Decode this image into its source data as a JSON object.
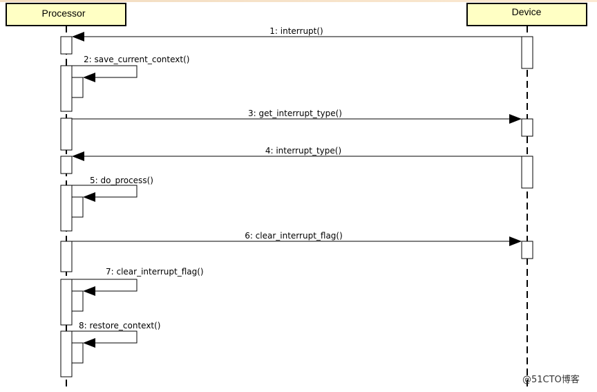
{
  "participants": {
    "processor": {
      "name": "Processor",
      "fill": "#ffffc4"
    },
    "device": {
      "name": "Device",
      "fill": "#ffffc4"
    }
  },
  "messages": [
    {
      "id": "m1",
      "label": "1: interrupt()",
      "from": "device",
      "to": "processor"
    },
    {
      "id": "m2",
      "label": "2: save_current_context()",
      "from": "processor",
      "to": "processor"
    },
    {
      "id": "m3",
      "label": "3: get_interrupt_type()",
      "from": "processor",
      "to": "device"
    },
    {
      "id": "m4",
      "label": "4: interrupt_type()",
      "from": "device",
      "to": "processor"
    },
    {
      "id": "m5",
      "label": "5: do_process()",
      "from": "processor",
      "to": "processor"
    },
    {
      "id": "m6",
      "label": "6: clear_interrupt_flag()",
      "from": "processor",
      "to": "device"
    },
    {
      "id": "m7",
      "label": "7: clear_interrupt_flag()",
      "from": "processor",
      "to": "processor"
    },
    {
      "id": "m8",
      "label": "8: restore_context()",
      "from": "processor",
      "to": "processor"
    }
  ],
  "watermark": "@51CTO博客"
}
